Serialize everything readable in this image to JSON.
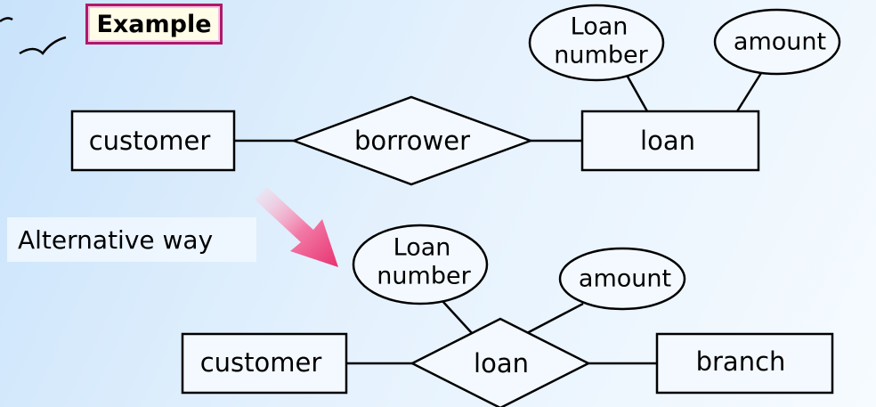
{
  "title": "Example",
  "alternative_label": "Alternative way",
  "top_diagram": {
    "entity_left": "customer",
    "relationship": "borrower",
    "entity_right": "loan",
    "attribute_loan_number": [
      "Loan",
      "number"
    ],
    "attribute_amount": "amount"
  },
  "bottom_diagram": {
    "entity_left": "customer",
    "relationship": "loan",
    "entity_right": "branch",
    "attribute_loan_number": [
      "Loan",
      "number"
    ],
    "attribute_amount": "amount"
  },
  "colors": {
    "title_border": "#b0186a",
    "title_fill": "#fffce8",
    "arrow": "#e8316f"
  }
}
